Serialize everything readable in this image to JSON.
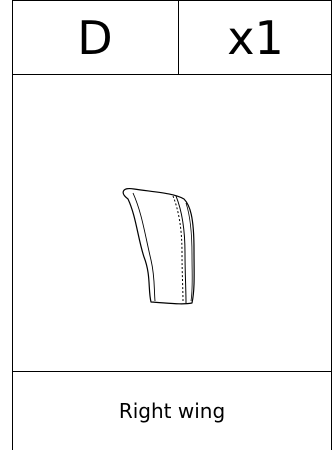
{
  "card": {
    "letter": "D",
    "quantity": "x1",
    "caption": "Right wing"
  },
  "illustration": {
    "icon": "right-wing-part-icon",
    "stroke_color": "#000000",
    "fill_color": "#ffffff"
  }
}
